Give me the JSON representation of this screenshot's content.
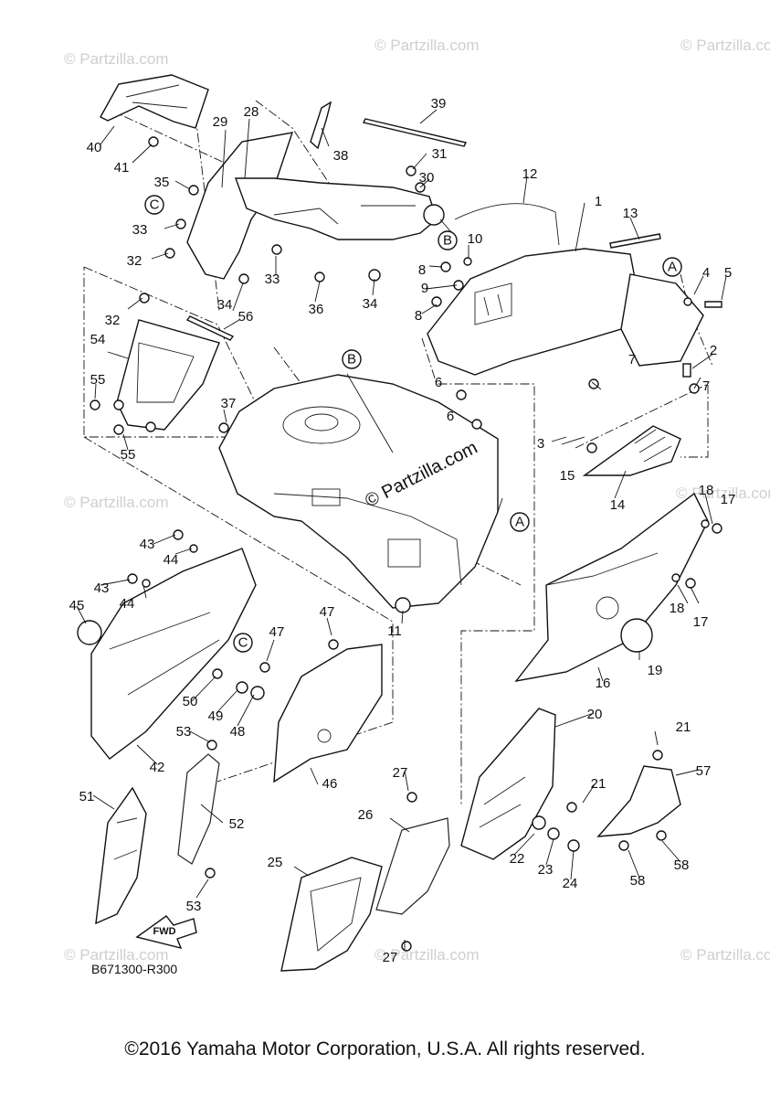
{
  "diagram_code": "B671300-R300",
  "copyright": "©2016 Yamaha Motor Corporation, U.S.A. All rights reserved.",
  "watermark": "© Partzilla.com",
  "fwd_label": "FWD",
  "ref_letters": [
    "A",
    "B",
    "C"
  ],
  "part_numbers": [
    "1",
    "2",
    "3",
    "4",
    "5",
    "6",
    "7",
    "8",
    "9",
    "10",
    "11",
    "12",
    "13",
    "14",
    "15",
    "16",
    "17",
    "18",
    "19",
    "20",
    "21",
    "22",
    "23",
    "24",
    "25",
    "26",
    "27",
    "28",
    "29",
    "30",
    "31",
    "32",
    "33",
    "34",
    "35",
    "36",
    "37",
    "38",
    "39",
    "40",
    "41",
    "42",
    "43",
    "44",
    "45",
    "46",
    "47",
    "48",
    "49",
    "50",
    "51",
    "52",
    "53",
    "54",
    "55",
    "56",
    "57",
    "58"
  ]
}
